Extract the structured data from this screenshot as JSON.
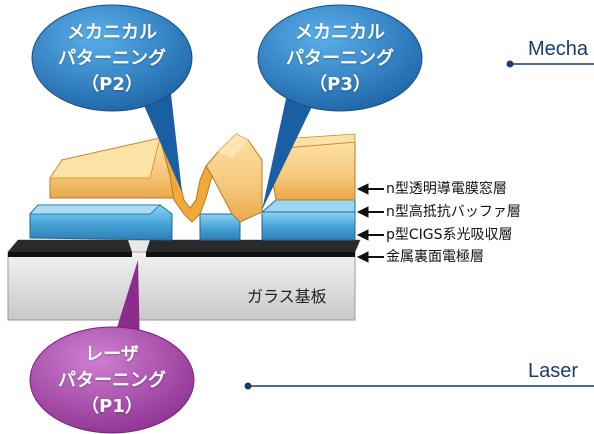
{
  "bubbles": {
    "p2": {
      "line1": "メカニカル",
      "line2": "パターニング",
      "line3": "（P2）"
    },
    "p3": {
      "line1": "メカニカル",
      "line2": "パターニング",
      "line3": "（P3）"
    },
    "p1": {
      "line1": "レーザ",
      "line2": "パターニング",
      "line3": "（P1）"
    }
  },
  "layers": {
    "window": "n型透明導電膜窓層",
    "buffer": "n型高抵抗バッファ層",
    "absorber": "p型CIGS系光吸収層",
    "back_electrode": "金属裏面電極層",
    "substrate": "ガラス基板"
  },
  "side_labels": {
    "mechanical": "Mecha",
    "laser": "Laser"
  },
  "colors": {
    "window_layer": "#f5c77a",
    "absorber_layer": "#4aa6d8",
    "back_electrode": "#2a2a2a",
    "substrate": "#d9d9d9",
    "mechanical_bubble": "#1f6fb4",
    "laser_bubble": "#9c3a9e",
    "side_line": "#1a3c6e"
  }
}
